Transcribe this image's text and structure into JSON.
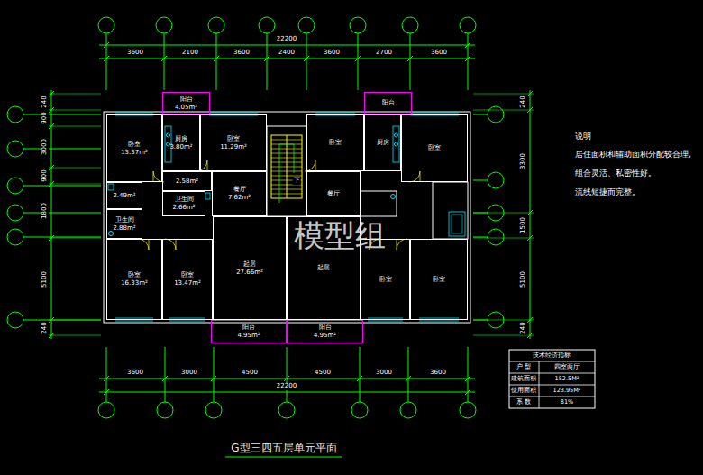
{
  "diagram": {
    "title": "G型三四五层单元平面",
    "nodes": [
      {
        "text": [
          "阳台",
          "4.05m²"
        ]
      },
      {
        "text": [
          "阳台"
        ]
      },
      {
        "text": [
          "卧室",
          "13.37m²"
        ]
      },
      {
        "text": [
          "厨房",
          "3.80m²"
        ]
      },
      {
        "text": [
          "卧室",
          "11.29m²"
        ]
      },
      {
        "text": [
          "卧室"
        ]
      },
      {
        "text": [
          "厨房"
        ]
      },
      {
        "text": [
          "卧室"
        ]
      },
      {
        "text": [
          "2.58m²"
        ]
      },
      {
        "text": [
          "餐厅",
          "7.62m²"
        ]
      },
      {
        "text": [
          "餐厅"
        ]
      },
      {
        "text": [
          "2.49m²"
        ]
      },
      {
        "text": [
          "卫生间",
          "2.66m²"
        ]
      },
      {
        "text": [
          "卫生间",
          "2.88m²"
        ]
      },
      {
        "text": [
          "卧室",
          "16.33m²"
        ]
      },
      {
        "text": [
          "卧室",
          "13.47m²"
        ]
      },
      {
        "text": [
          "起居",
          "27.66m²"
        ]
      },
      {
        "text": [
          "起居"
        ]
      },
      {
        "text": [
          "卧室"
        ]
      },
      {
        "text": [
          "卧室"
        ]
      },
      {
        "text": [
          "阳台",
          "4.95m²"
        ]
      },
      {
        "text": [
          "阳台",
          "4.95m²"
        ]
      }
    ],
    "labels": [
      "22200",
      "3600",
      "2100",
      "3600",
      "2400",
      "3600",
      "2700",
      "3600",
      "3600",
      "3000",
      "4500",
      "4500",
      "3000",
      "3600",
      "22200",
      "240",
      "900",
      "3000",
      "900",
      "1800",
      "5100",
      "240",
      "240",
      "3300",
      "1500",
      "5100",
      "240",
      "下",
      "说明",
      "居住面积和辅助面积分配较合理,",
      "组合灵活、私密性好。",
      "流线短捷而完整。",
      "模型组",
      "技术经济指标",
      "户 型",
      "四室两厅",
      "建筑面积",
      "152.5M²",
      "使用面积",
      "123.95M²",
      "系 数",
      "81%"
    ]
  }
}
